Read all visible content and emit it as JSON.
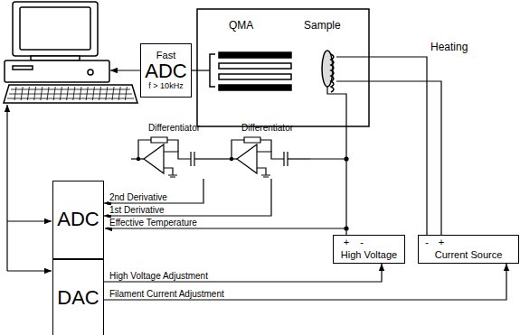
{
  "diagram": {
    "nodes": [
      {
        "text": [
          "Fast",
          "ADC",
          "f > 10kHz"
        ]
      },
      {
        "text": [
          "Differentiator"
        ]
      },
      {
        "text": [
          "Differentiator"
        ]
      },
      {
        "text": [
          "ADC"
        ]
      },
      {
        "text": [
          "DAC"
        ]
      },
      {
        "text": [
          "High Voltage"
        ]
      },
      {
        "text": [
          "Current Source"
        ]
      }
    ],
    "edges": [
      {
        "from": 2,
        "to": 1,
        "arrow": "none"
      },
      {
        "from": 1,
        "to": 3,
        "label": "2nd Derivative",
        "arrow": "to"
      },
      {
        "from": 2,
        "to": 3,
        "label": "1st Derivative",
        "arrow": "to"
      },
      {
        "from": 4,
        "to": 5,
        "label": "High Voltage Adjustment",
        "arrow": "to"
      },
      {
        "from": 4,
        "to": 6,
        "label": "Filament Current Adjustment",
        "arrow": "to"
      }
    ],
    "labels": [
      "QMA",
      "Sample",
      "Heating",
      "Effective Temperature",
      "+",
      "-",
      "-",
      "+"
    ]
  }
}
